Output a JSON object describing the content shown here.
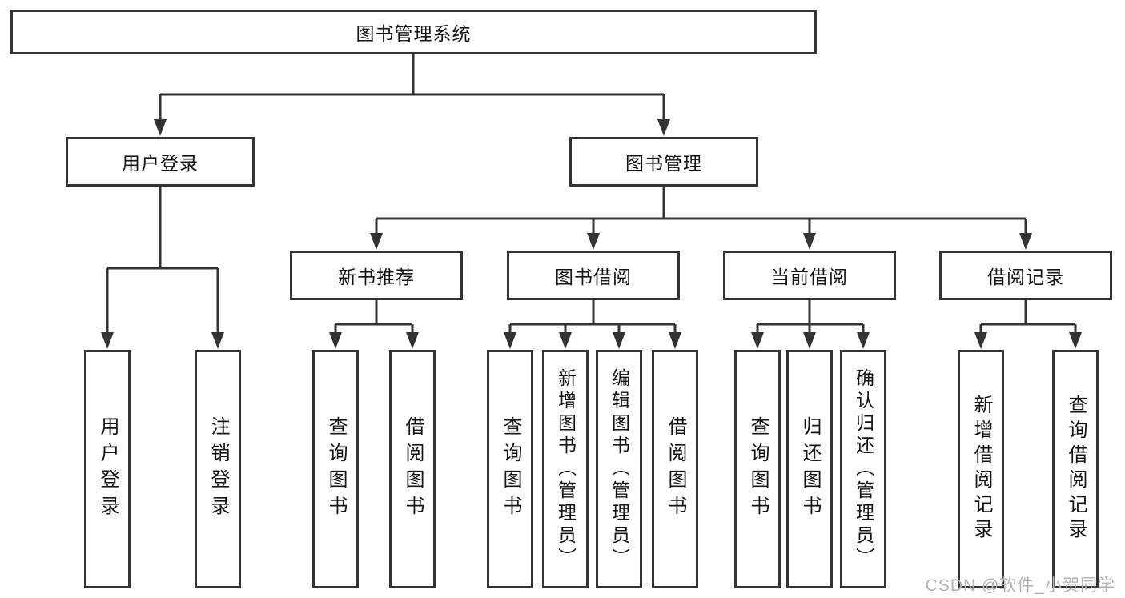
{
  "tree": {
    "label": "图书管理系统",
    "children": [
      {
        "label": "用户登录",
        "children": [
          {
            "label": "用户登录"
          },
          {
            "label": "注销登录"
          }
        ]
      },
      {
        "label": "图书管理",
        "children": [
          {
            "label": "新书推荐",
            "children": [
              {
                "label": "查询图书"
              },
              {
                "label": "借阅图书"
              }
            ]
          },
          {
            "label": "图书借阅",
            "children": [
              {
                "label": "查询图书"
              },
              {
                "label": "新增图书（管理员）"
              },
              {
                "label": "编辑图书（管理员）"
              },
              {
                "label": "借阅图书"
              }
            ]
          },
          {
            "label": "当前借阅",
            "children": [
              {
                "label": "查询图书"
              },
              {
                "label": "归还图书"
              },
              {
                "label": "确认归还（管理员）"
              }
            ]
          },
          {
            "label": "借阅记录",
            "children": [
              {
                "label": "新增借阅记录"
              },
              {
                "label": "查询借阅记录"
              }
            ]
          }
        ]
      }
    ]
  },
  "watermark": {
    "text": "CSDN @软件_小贺同学"
  },
  "colors": {
    "line": "#333333",
    "box_border": "#333333",
    "text": "#141414",
    "watermark": "#b3b3b3",
    "background": "#ffffff"
  }
}
